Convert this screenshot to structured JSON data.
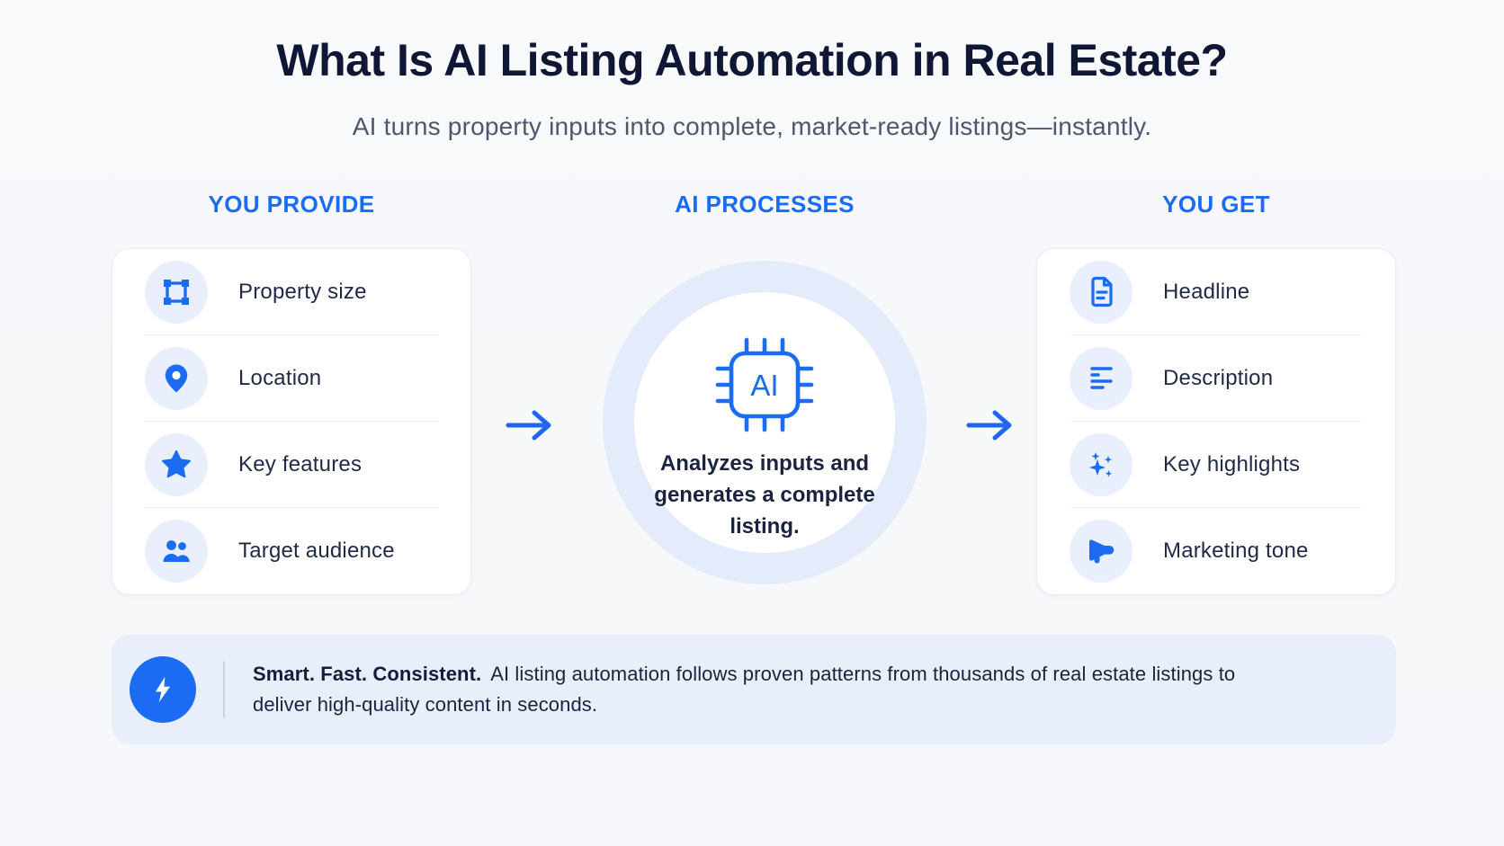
{
  "colors": {
    "primary_blue": "#1b6cf2",
    "heading_blue": "#1a6cf5",
    "title_navy": "#101734",
    "subtitle_gray": "#4e586c",
    "label_navy": "#1f2a47",
    "icon_circle_bg": "#e9effc",
    "outer_ring_bg": "#e4ebfa",
    "card_bg": "#ffffff",
    "banner_bg": "#e9effa",
    "page_bg": "#f7f8fa"
  },
  "header": {
    "title": "What Is AI Listing Automation in Real Estate?",
    "subtitle": "AI turns property inputs into complete, market-ready listings—instantly."
  },
  "columns": {
    "provide": {
      "heading": "YOU PROVIDE",
      "items": [
        {
          "icon": "crop-frame-icon",
          "label": "Property size"
        },
        {
          "icon": "location-pin-icon",
          "label": "Location"
        },
        {
          "icon": "star-icon",
          "label": "Key features"
        },
        {
          "icon": "users-icon",
          "label": "Target audience"
        }
      ]
    },
    "process": {
      "heading": "AI PROCESSES",
      "chip_label": "AI",
      "description": "Analyzes inputs and generates a complete listing."
    },
    "get": {
      "heading": "YOU GET",
      "items": [
        {
          "icon": "document-icon",
          "label": "Headline"
        },
        {
          "icon": "text-lines-icon",
          "label": "Description"
        },
        {
          "icon": "sparkles-icon",
          "label": "Key highlights"
        },
        {
          "icon": "megaphone-icon",
          "label": "Marketing tone"
        }
      ]
    }
  },
  "flow": {
    "arrow_left": "arrow-right-icon",
    "arrow_right": "arrow-right-icon"
  },
  "banner": {
    "icon": "lightning-icon",
    "lead": "Smart. Fast. Consistent.",
    "text": "AI listing automation follows proven patterns from thousands of real estate listings to deliver high-quality content in seconds."
  }
}
